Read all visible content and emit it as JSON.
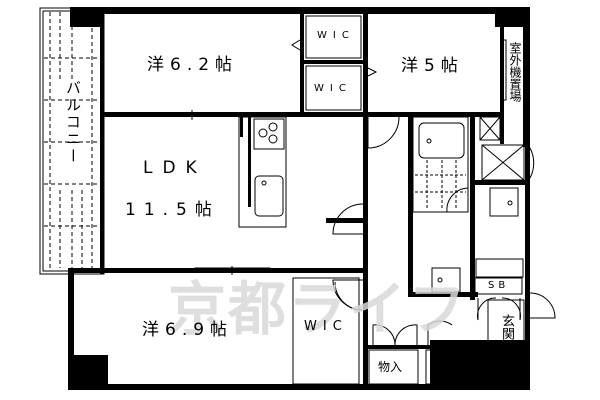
{
  "floor_plan": {
    "rooms": {
      "western_room_1": {
        "label": "洋6.2帖"
      },
      "western_room_2": {
        "label": "洋5帖"
      },
      "western_room_3": {
        "label": "洋6.9帖"
      },
      "ldk": {
        "label": "LDK",
        "size": "11.5帖"
      },
      "wic_top_1": {
        "label": "WIC"
      },
      "wic_top_2": {
        "label": "WIC"
      },
      "wic_bottom": {
        "label": "WIC"
      },
      "balcony": {
        "label": "バルコニー"
      },
      "outdoor_unit_space": {
        "label": "室外機置場"
      },
      "storage": {
        "label": "物入"
      },
      "entrance": {
        "label": "玄関"
      },
      "shoe_box": {
        "label": "SB"
      }
    },
    "watermark": {
      "text": "京都ライフ"
    },
    "colors": {
      "wall": "#000000",
      "background": "#ffffff",
      "watermark": "#d9d9d9"
    }
  }
}
